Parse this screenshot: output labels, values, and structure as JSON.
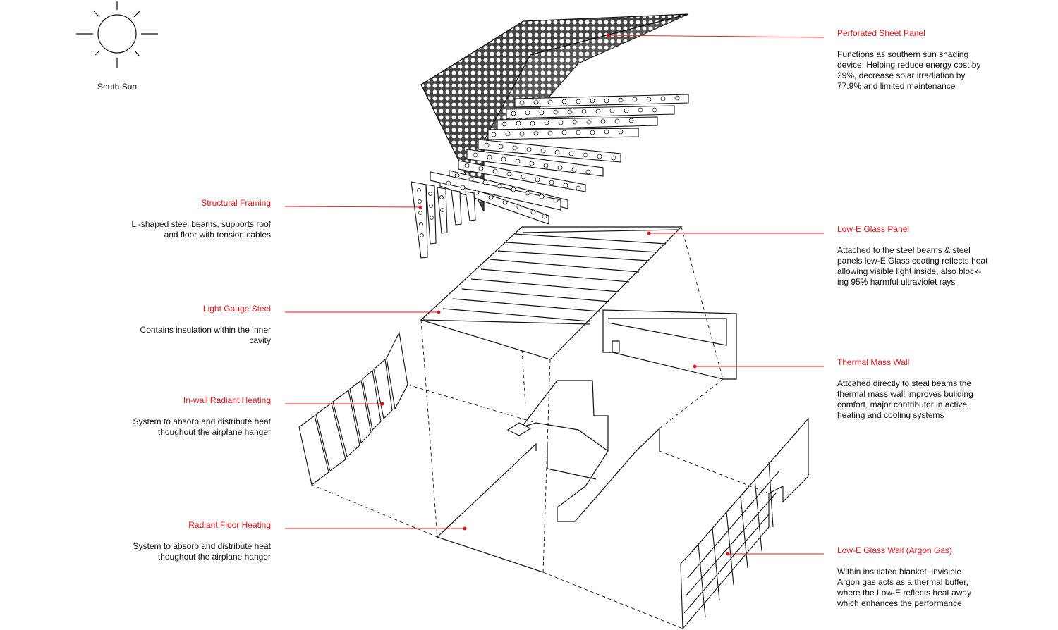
{
  "sun": {
    "label": "South Sun"
  },
  "left_callouts": [
    {
      "title": "Structural Framing",
      "lines": [
        "L -shaped steel beams, supports roof",
        "and floor with tension cables"
      ]
    },
    {
      "title": "Light Gauge Steel",
      "lines": [
        "Contains insulation within the inner",
        "cavity"
      ]
    },
    {
      "title": "In-wall Radiant Heating",
      "lines": [
        "System to absorb and distribute heat",
        "thoughout the airplane hanger"
      ]
    },
    {
      "title": "Radiant Floor Heating",
      "lines": [
        "System to absorb and distribute heat",
        "thoughout the airplane hanger"
      ]
    }
  ],
  "right_callouts": [
    {
      "title": "Perforated Sheet Panel",
      "lines": [
        "Functions as southern sun shading",
        "device.  Helping reduce energy cost by",
        "29%, decrease solar irradiation by",
        "77.9% and limited maintenance"
      ]
    },
    {
      "title": "Low-E Glass Panel",
      "lines": [
        "Attached to the steel beams & steel",
        "panels low-E Glass coating reflects heat",
        "allowing visible light inside, also block-",
        "ing 95% harmful ultraviolet rays"
      ]
    },
    {
      "title": "Thermal Mass Wall",
      "lines": [
        "Attcahed directly to steal beams the",
        "thermal mass wall improves building",
        "comfort, major contributor in active",
        "heating and cooling systems"
      ]
    },
    {
      "title": "Low-E Glass Wall (Argon Gas)",
      "lines": [
        "Within insulated blanket, invisible",
        "Argon gas acts as a thermal buffer,",
        "where the Low-E reflects heat away",
        "which enhances the performance"
      ]
    }
  ],
  "colors": {
    "accent": "#e8141b",
    "ink": "#111111"
  }
}
